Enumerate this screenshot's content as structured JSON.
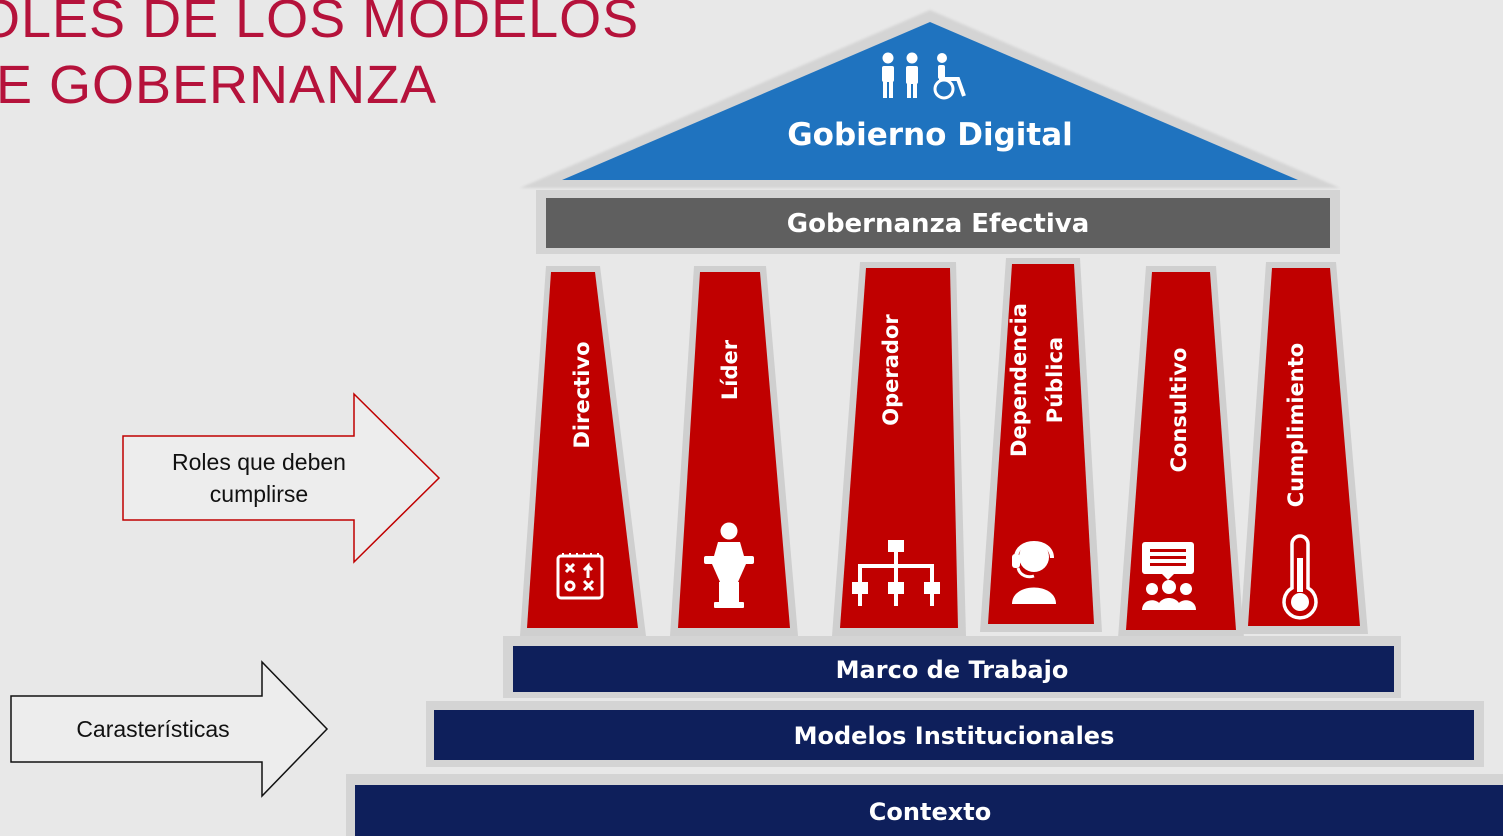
{
  "title": {
    "line1": "OLES DE LOS MODELOS",
    "line2": "E GOBERNANZA"
  },
  "roof": {
    "label": "Gobierno Digital",
    "icon": "people-accessibility-icon"
  },
  "beam": {
    "label": "Gobernanza Efectiva"
  },
  "pillars": [
    {
      "label": "Directivo",
      "icon": "strategy-board-icon"
    },
    {
      "label": "Líder",
      "icon": "speaker-podium-icon"
    },
    {
      "label": "Operador",
      "icon": "org-chart-icon"
    },
    {
      "label_line1": "Dependencia",
      "label_line2": "Pública",
      "icon": "support-headset-icon"
    },
    {
      "label": "Consultivo",
      "icon": "presentation-audience-icon"
    },
    {
      "label": "Cumplimiento",
      "icon": "thermometer-icon"
    }
  ],
  "bands": {
    "marco": "Marco de Trabajo",
    "modelos": "Modelos Institucionales",
    "contexto": "Contexto"
  },
  "arrows": {
    "roles_line1": "Roles que deben",
    "roles_line2": "cumplirse",
    "caracteristicas": "Carasterísticas"
  },
  "colors": {
    "title": "#b5123b",
    "roof": "#1f73bf",
    "beam": "#5f5f5f",
    "pillar": "#c00000",
    "band": "#0e1f5b",
    "background": "#e8e8e8"
  }
}
